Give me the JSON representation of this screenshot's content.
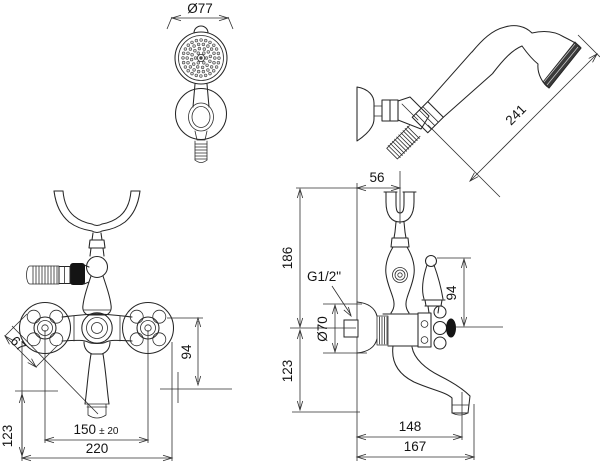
{
  "drawing": {
    "shower_front": {
      "diameter": "Ø77"
    },
    "shower_side": {
      "length": "241"
    },
    "front_view": {
      "handle_diameter": "67",
      "axis_to_outlet": "94",
      "centers": "150",
      "centers_tol": "± 20",
      "overall_width": "220",
      "below_axis": "123"
    },
    "side_view": {
      "wall_to_axis": "56",
      "above_axis": "186",
      "below_axis": "123",
      "thread": "G1/2\"",
      "flange_diameter": "Ø70",
      "lever_height": "94",
      "outlet_reach": "148",
      "overall_reach": "167"
    }
  }
}
